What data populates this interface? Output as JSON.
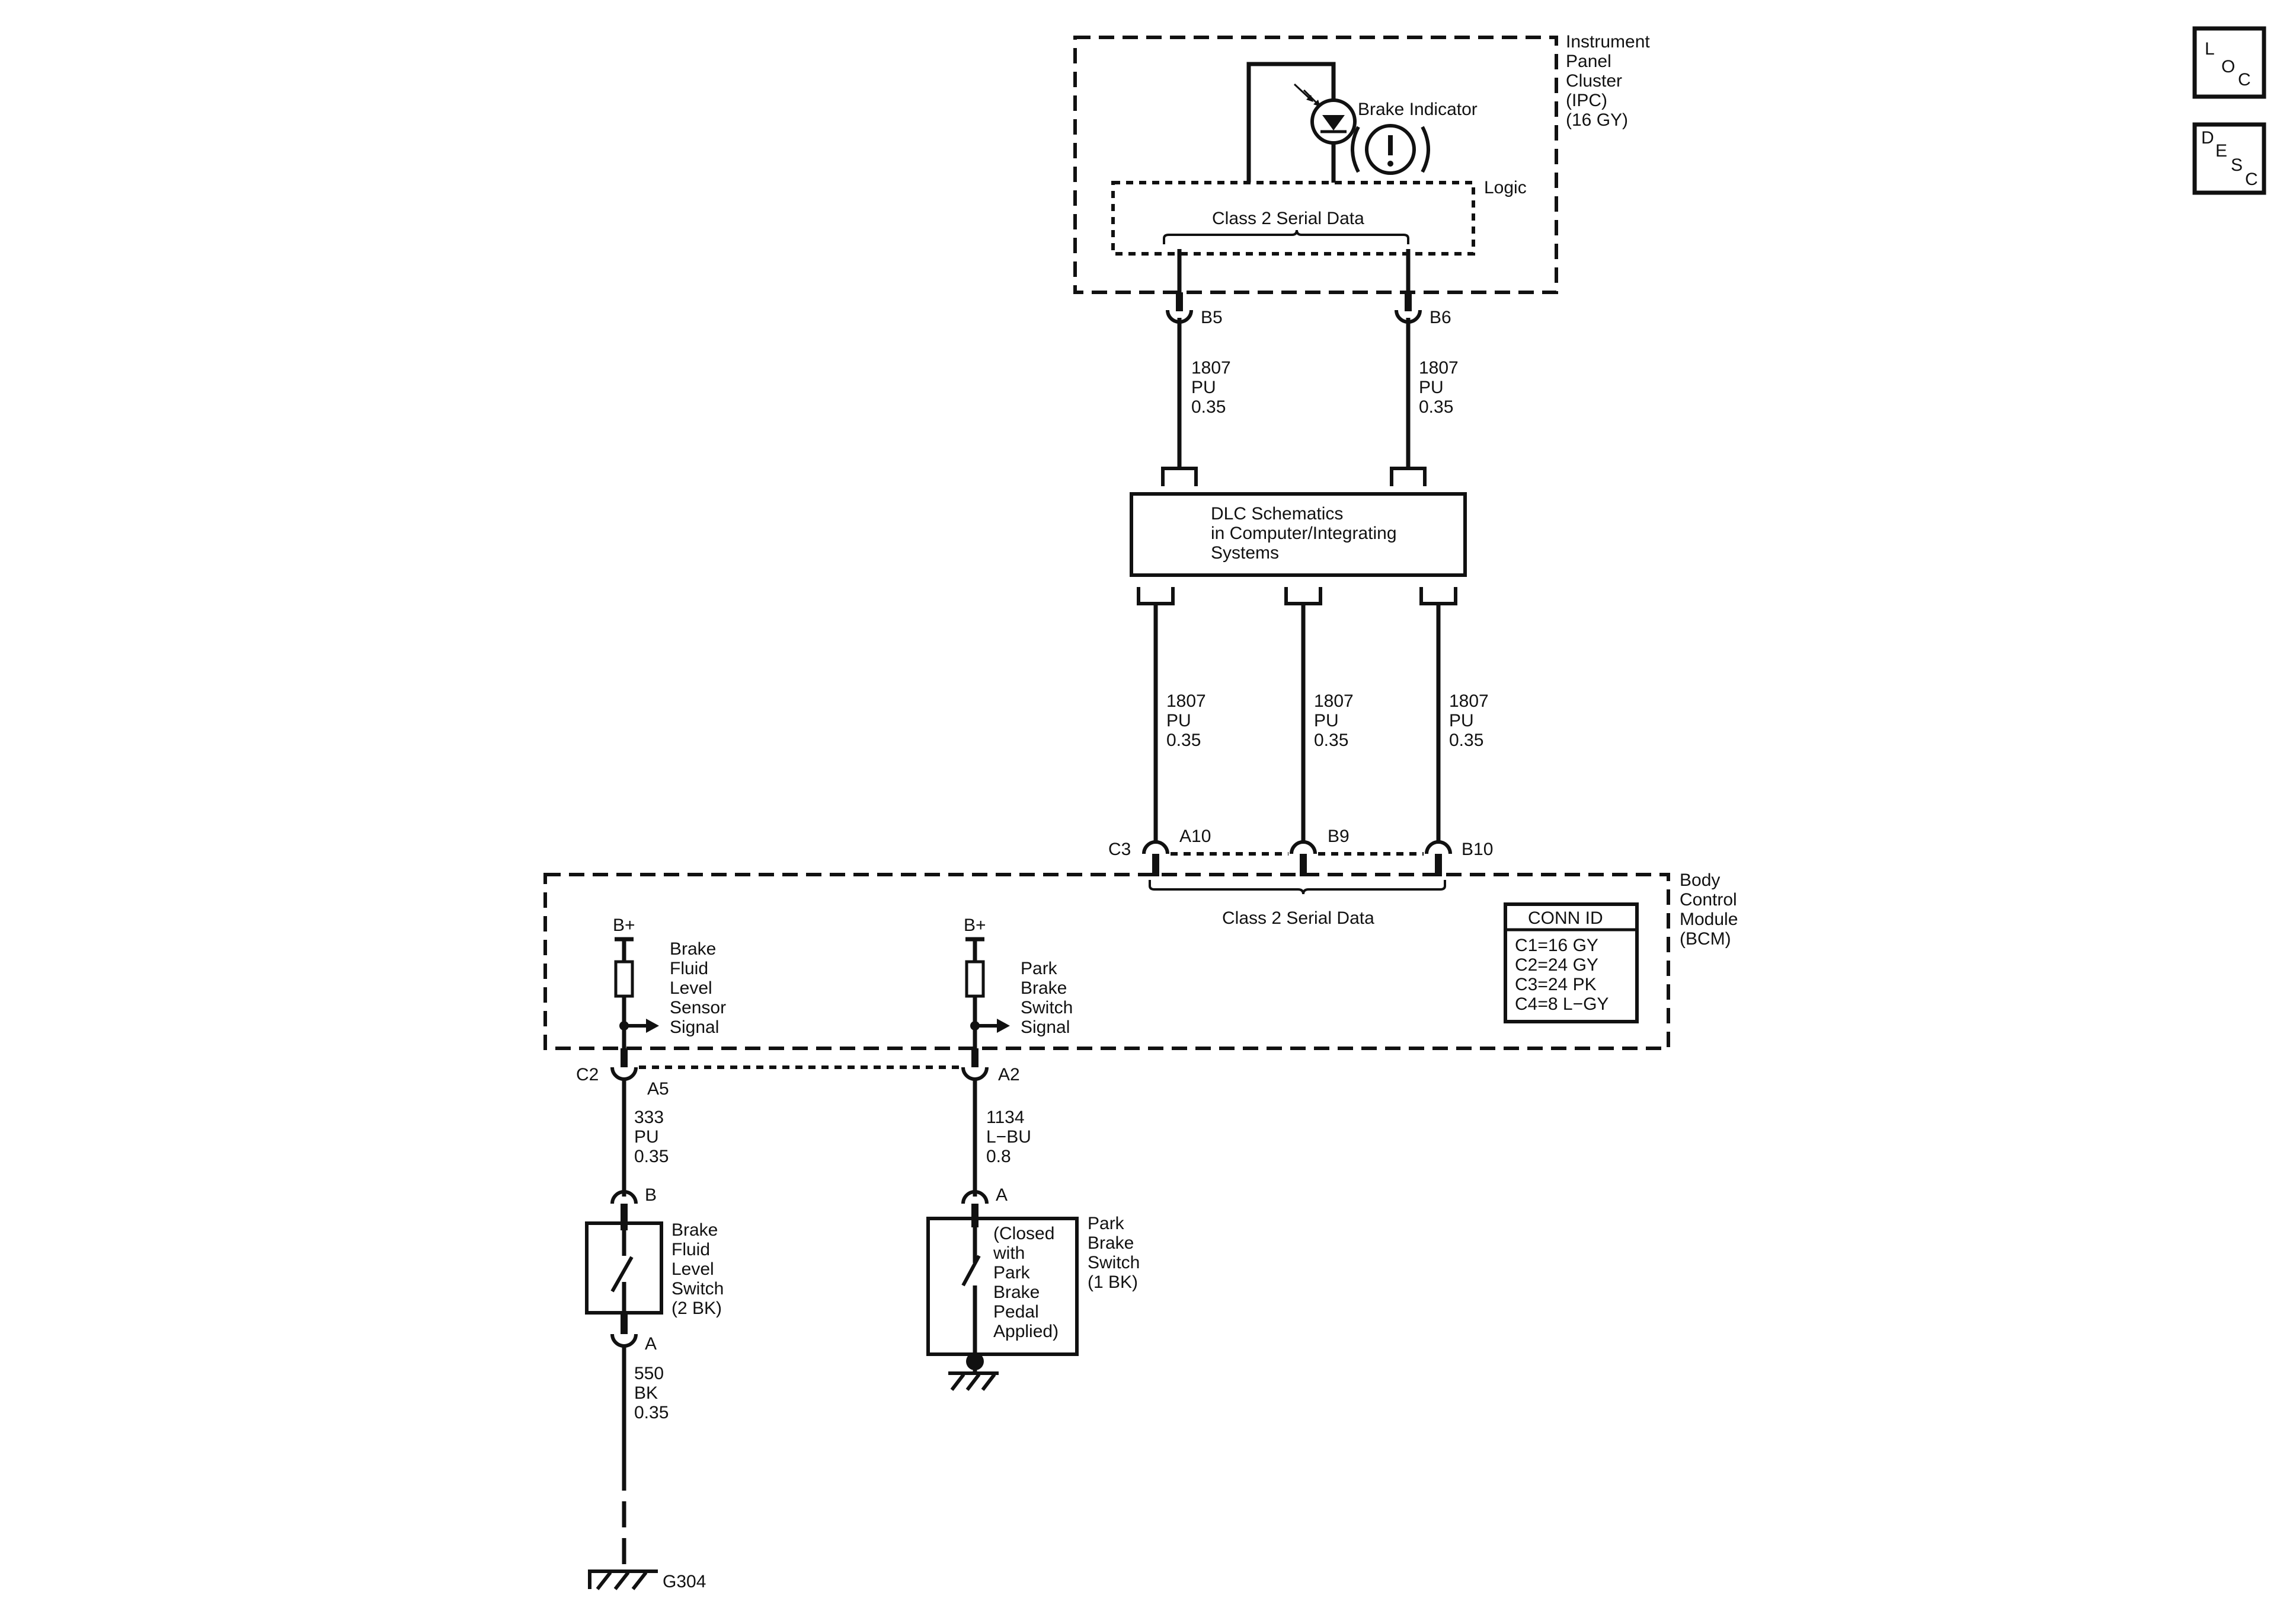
{
  "side_buttons": {
    "loc": {
      "l1": "L",
      "l2": "O",
      "l3": "C"
    },
    "desc": {
      "l1": "D",
      "l2": "E",
      "l3": "S",
      "l4": "C"
    }
  },
  "ipc": {
    "name_lines": [
      "Instrument",
      "Panel",
      "Cluster",
      "(IPC)",
      "(16 GY)"
    ],
    "brake_indicator": "Brake Indicator",
    "warning_symbol": "(!)",
    "logic": "Logic",
    "serial_data": "Class 2 Serial Data",
    "pin_b5": "B5",
    "pin_b6": "B6"
  },
  "wire_1807": {
    "circuit": "1807",
    "color": "PU",
    "gauge": "0.35"
  },
  "dlc": {
    "lines": [
      "DLC Schematics",
      "in Computer/Integrating",
      "Systems"
    ]
  },
  "bcm": {
    "name_lines": [
      "Body",
      "Control",
      "Module",
      "(BCM)"
    ],
    "serial_data": "Class 2 Serial Data",
    "conn_c3": "C3",
    "pin_a10": "A10",
    "pin_b9": "B9",
    "pin_b10": "B10",
    "conn_id": {
      "title": "CONN ID",
      "rows": [
        "C1=16 GY",
        "C2=24 GY",
        "C3=24 PK",
        "C4=8 L−GY"
      ]
    },
    "bplus": "B+",
    "fluid_signal": [
      "Brake",
      "Fluid",
      "Level",
      "Sensor",
      "Signal"
    ],
    "park_signal": [
      "Park",
      "Brake",
      "Switch",
      "Signal"
    ],
    "conn_c2": "C2",
    "pin_a5": "A5",
    "pin_a2": "A2"
  },
  "wire_333": {
    "circuit": "333",
    "color": "PU",
    "gauge": "0.35"
  },
  "wire_1134": {
    "circuit": "1134",
    "color": "L−BU",
    "gauge": "0.8"
  },
  "wire_550": {
    "circuit": "550",
    "color": "BK",
    "gauge": "0.35"
  },
  "fluid_switch": {
    "name_lines": [
      "Brake",
      "Fluid",
      "Level",
      "Switch",
      "(2 BK)"
    ],
    "pin_b": "B",
    "pin_a": "A"
  },
  "park_switch": {
    "name_lines": [
      "Park",
      "Brake",
      "Switch",
      "(1 BK)"
    ],
    "note_lines": [
      "(Closed",
      "with",
      "Park",
      "Brake",
      "Pedal",
      "Applied)"
    ],
    "pin_a": "A"
  },
  "ground": {
    "label": "G304"
  }
}
